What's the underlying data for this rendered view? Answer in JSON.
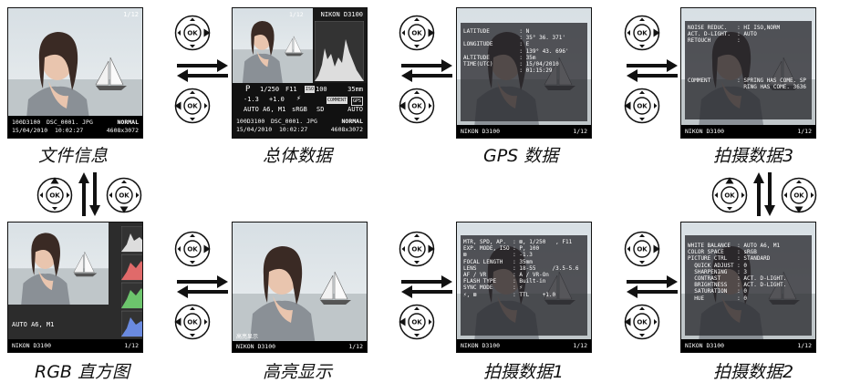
{
  "screens": {
    "file_info": {
      "frame": "1/12",
      "folder": "100D3100",
      "file": "DSC_0001. JPG",
      "quality": "NORMAL",
      "datetime": "15/04/2010  10:02:27",
      "size": "4608x3072",
      "caption": "文件信息"
    },
    "overview": {
      "frame": "1/12",
      "camera": "NIKON D3100",
      "mode": "P",
      "shutter": "1/250",
      "aperture": "F11",
      "iso_label": "ISO",
      "iso": "100",
      "focal": "35mm",
      "exp_comp": "-1.3",
      "flash_comp": "+1.0",
      "comment": "COMMENT",
      "gps": "GPS",
      "wb": "AUTO A6, M1",
      "colorspace": "sRGB",
      "picctrl": "SD",
      "adl": "AUTO",
      "folder": "100D3100",
      "file": "DSC_0001. JPG",
      "quality": "NORMAL",
      "datetime": "15/04/2010  10:02:27",
      "size": "4608x3072",
      "caption": "总体数据"
    },
    "gps": {
      "lines": "LATITUDE         : N\n                 : 35° 36. 371'\nLONGITUDE        : E\n                 : 139° 43. 696'\nALTITUDE         : 35m\nTIME(UTC)        : 15/04/2010\n                 : 01:15:29",
      "camera": "NIKON D3100",
      "frame": "1/12",
      "caption": "GPS 数据"
    },
    "shoot3": {
      "lines": "NOISE REDUC.   : HI ISO,NORM\nACT. D-LIGHT.  : AUTO\nRETOUCH        :\n\n\n\n\n\nCOMMENT        : SPRING HAS COME. SP\n                 RING HAS COME. 3636",
      "camera": "NIKON D3100",
      "frame": "1/12",
      "caption": "拍摄数据3"
    },
    "rgb": {
      "wb": "AUTO A6, M1",
      "camera": "NIKON D3100",
      "frame": "1/12",
      "caption": "RGB 直方图"
    },
    "highlight": {
      "label": "高亮显示",
      "camera": "NIKON D3100",
      "frame": "1/12",
      "caption": "高亮显示"
    },
    "shoot1": {
      "lines": "MTR, SPD, AP.  : ⊠, 1/250   , F11\nEXP. MODE, ISO : P, 100\n⊠              : -1.3\nFOCAL LENGTH   : 35mm\nLENS           : 18-55     /3.5-5.6\nAF / VR        : A / VR-On\nFLASH TYPE     : Built-in\nSYNC MODE      : ⚡\n⚡, ⊠           : TTL    +1.0",
      "camera": "NIKON D3100",
      "frame": "1/12",
      "caption": "拍摄数据1"
    },
    "shoot2": {
      "lines": "WHITE BALANCE  : AUTO A6, M1\nCOLOR SPACE    : sRGB\nPICTURE CTRL   : STANDARD\n  QUICK ADJUST : 0\n  SHARPENING   : 3\n  CONTRAST     : ACT. D-LIGHT.\n  BRIGHTNESS   : ACT. D-LIGHT.\n  SATURATION   : 0\n  HUE          : 0",
      "camera": "NIKON D3100",
      "frame": "1/12",
      "caption": "拍摄数据2"
    }
  },
  "ok_label": "OK"
}
